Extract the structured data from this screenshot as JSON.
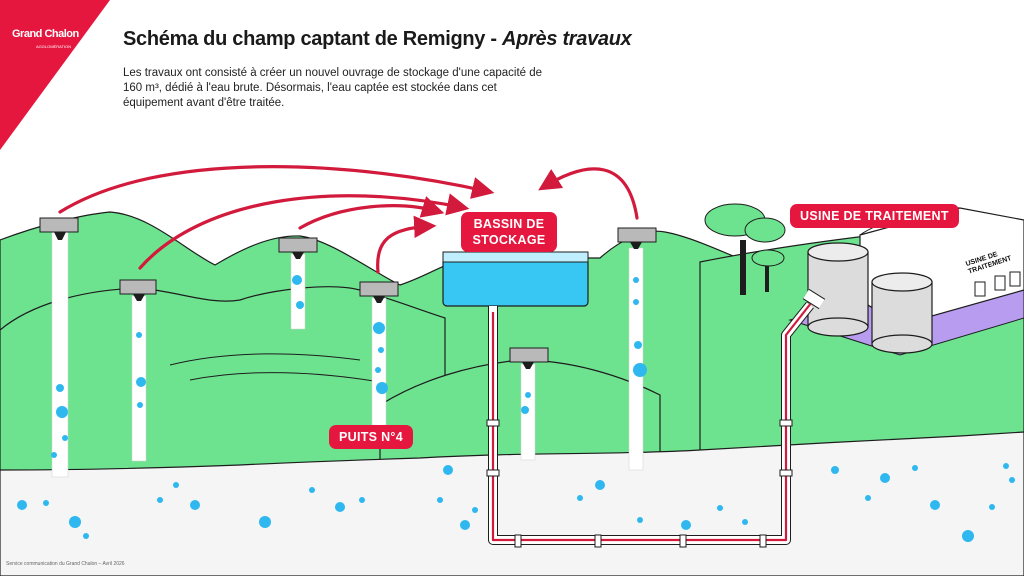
{
  "header": {
    "logo_text": "Grand Chalon",
    "logo_subtext": "AGGLOMÉRATION",
    "title_main": "Schéma du champ captant de Remigny - ",
    "title_sub": "Après travaux",
    "description": "Les travaux ont consisté à créer un nouvel ouvrage de stockage d'une capacité de 160 m³, dédié à l'eau brute. Désormais, l'eau captée est stockée dans cet équipement avant d'être traitée."
  },
  "labels": {
    "bassin": "BASSIN DE STOCKAGE",
    "usine": "USINE DE TRAITEMENT",
    "puits": "PUITS N°4",
    "building_sign": "USINE DE TRAITEMENT"
  },
  "footer": "Service communication du Grand Chalon – Avril 2026",
  "colors": {
    "brand_red": "#e5173f",
    "hill_green": "#6ee38f",
    "water_blue": "#38c6f2",
    "drop_blue": "#2fb8ef",
    "platform_purple": "#b79cf0"
  },
  "icons": [
    "well-head-icon",
    "tree-icon",
    "arrow-icon",
    "pipe-icon"
  ]
}
